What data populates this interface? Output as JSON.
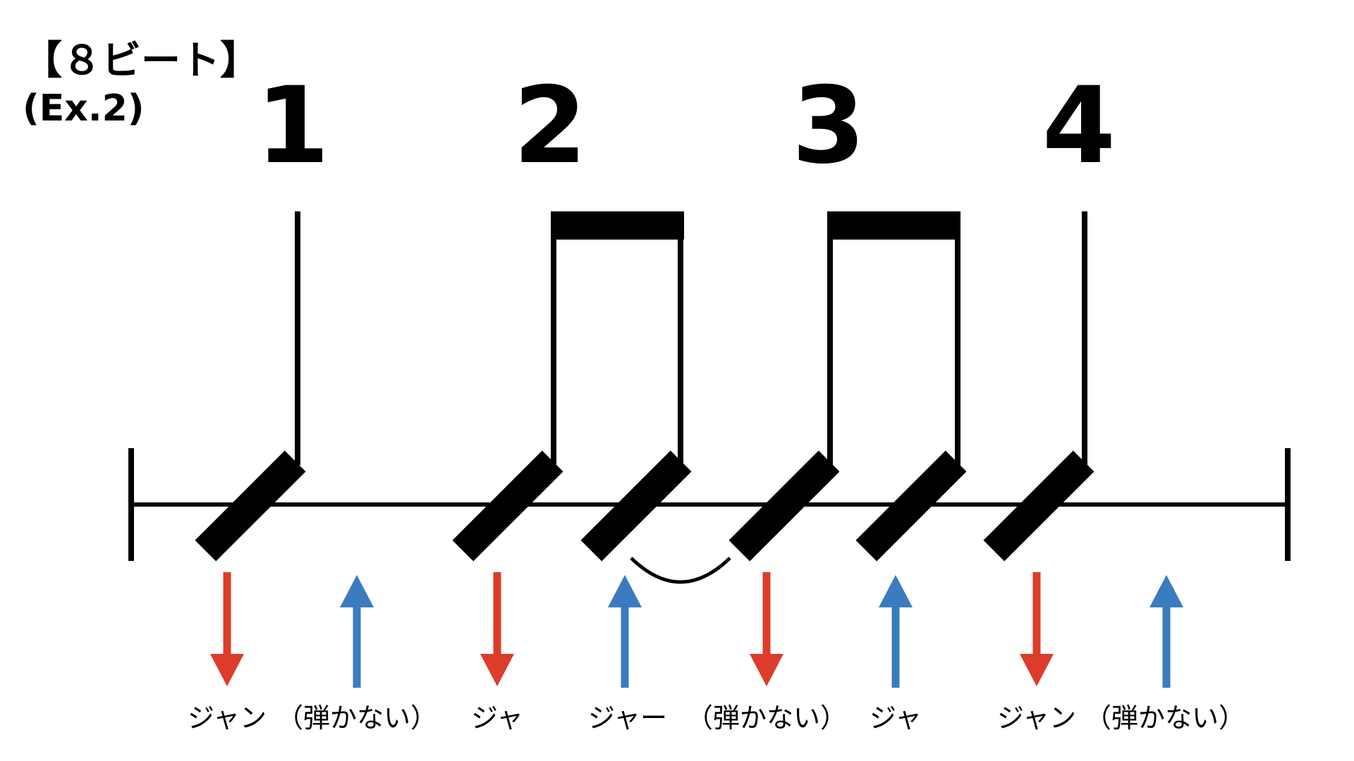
{
  "title": "【８ビート】",
  "subtitle": "(Ex.2)",
  "beats": [
    "1",
    "2",
    "3",
    "4"
  ],
  "colors": {
    "down": "#dd3c2a",
    "up": "#3b7bbf",
    "ink": "#000000"
  },
  "strokes": [
    {
      "direction": "down",
      "label": "ジャン",
      "slash": true
    },
    {
      "direction": "up",
      "label": "（弾かない）",
      "slash": false
    },
    {
      "direction": "down",
      "label": "ジャ",
      "slash": true
    },
    {
      "direction": "up",
      "label": "ジャー",
      "slash": true
    },
    {
      "direction": "down",
      "label": "（弾かない）",
      "slash": true
    },
    {
      "direction": "up",
      "label": "ジャ",
      "slash": true
    },
    {
      "direction": "down",
      "label": "ジャン",
      "slash": true
    },
    {
      "direction": "up",
      "label": "（弾かない）",
      "slash": false
    }
  ]
}
